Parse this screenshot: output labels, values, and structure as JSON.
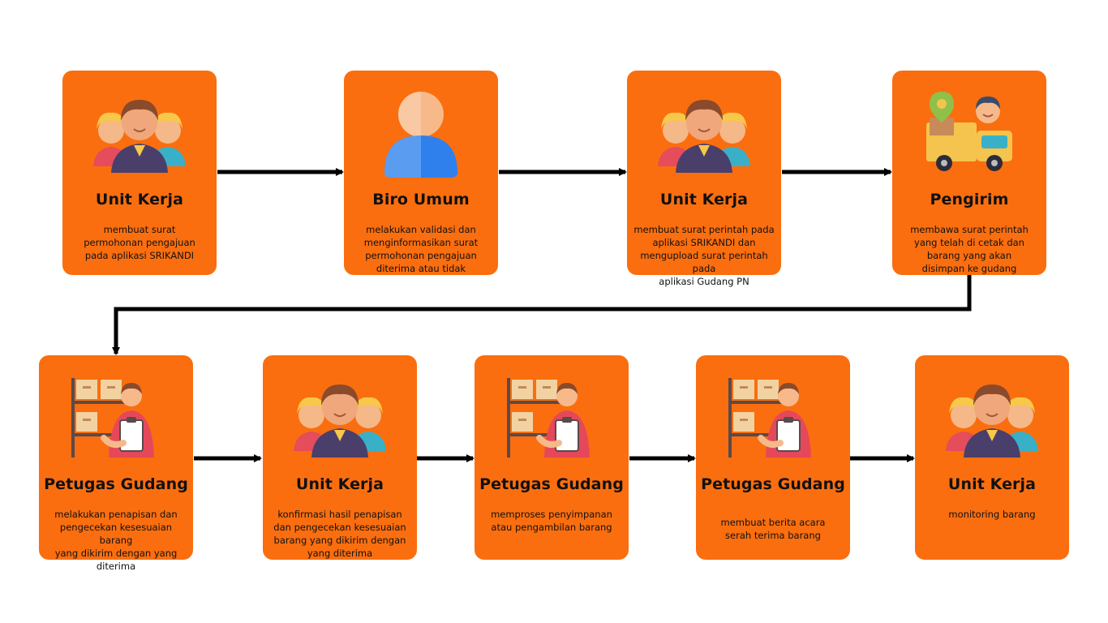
{
  "steps": [
    {
      "id": 1,
      "title": "Unit Kerja",
      "icon": "team-icon",
      "lines": [
        "membuat surat",
        "permohonan pengajuan",
        "pada aplikasi SRIKANDI"
      ]
    },
    {
      "id": 2,
      "title": "Biro Umum",
      "icon": "user-icon",
      "lines": [
        "melakukan validasi dan",
        "menginformasikan surat",
        "permohonan pengajuan",
        "diterima atau tidak"
      ]
    },
    {
      "id": 3,
      "title": "Unit Kerja",
      "icon": "team-icon",
      "lines": [
        "membuat surat perintah pada",
        "aplikasi SRIKANDI dan",
        "mengupload surat perintah pada",
        "aplikasi Gudang PN"
      ]
    },
    {
      "id": 4,
      "title": "Pengirim",
      "icon": "delivery-truck-icon",
      "lines": [
        "membawa surat perintah",
        "yang telah di cetak dan",
        "barang yang akan",
        "disimpan ke gudang"
      ]
    },
    {
      "id": 5,
      "title": "Petugas Gudang",
      "icon": "warehouse-worker-icon",
      "lines": [
        "melakukan penapisan dan",
        "pengecekan kesesuaian barang",
        "yang dikirim dengan yang",
        "diterima"
      ]
    },
    {
      "id": 6,
      "title": "Unit Kerja",
      "icon": "team-icon",
      "lines": [
        "konfirmasi hasil penapisan",
        "dan pengecekan kesesuaian",
        "barang yang dikirim dengan",
        "yang diterima"
      ]
    },
    {
      "id": 7,
      "title": "Petugas Gudang",
      "icon": "warehouse-worker-icon",
      "lines": [
        "memproses penyimpanan",
        "atau pengambilan barang"
      ]
    },
    {
      "id": 8,
      "title": "Petugas Gudang",
      "icon": "warehouse-worker-icon",
      "lines": [
        "membuat berita acara",
        "serah terima barang"
      ]
    },
    {
      "id": 9,
      "title": "Unit Kerja",
      "icon": "team-icon",
      "lines": [
        "monitoring barang"
      ]
    }
  ],
  "colors": {
    "box": "#fa6e0f",
    "arrow": "#000000",
    "text": "#111111"
  }
}
